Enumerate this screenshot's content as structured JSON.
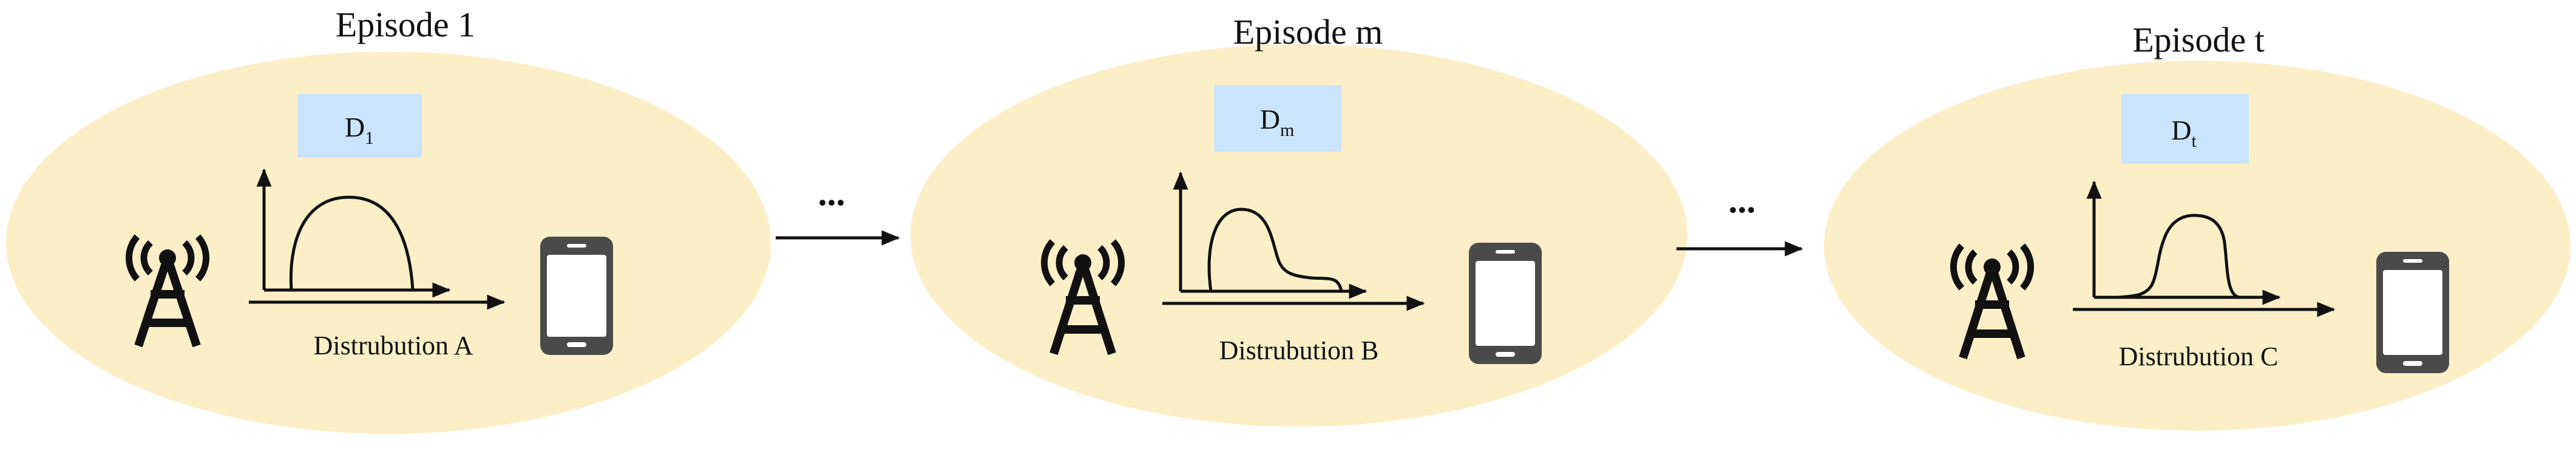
{
  "episodes": [
    {
      "title": "Episode 1",
      "dataset_base": "D",
      "dataset_sub": "1",
      "distribution_label": "Distrubution A",
      "curve_shape": "dome"
    },
    {
      "title": "Episode m",
      "dataset_base": "D",
      "dataset_sub": "m",
      "distribution_label": "Distrubution B",
      "curve_shape": "left-peak"
    },
    {
      "title": "Episode t",
      "dataset_base": "D",
      "dataset_sub": "t",
      "distribution_label": "Distrubution C",
      "curve_shape": "right-peak"
    }
  ],
  "connectors": [
    {
      "text": "..."
    },
    {
      "text": "..."
    }
  ],
  "colors": {
    "ellipse_fill": "#FCEFC8",
    "dataset_box_fill": "#C9E4FB",
    "stroke": "#111111",
    "phone_body": "#4A4A4A",
    "phone_screen": "#FFFFFF"
  },
  "icons": {
    "base_station": "cell-tower-icon",
    "device": "smartphone-icon"
  }
}
